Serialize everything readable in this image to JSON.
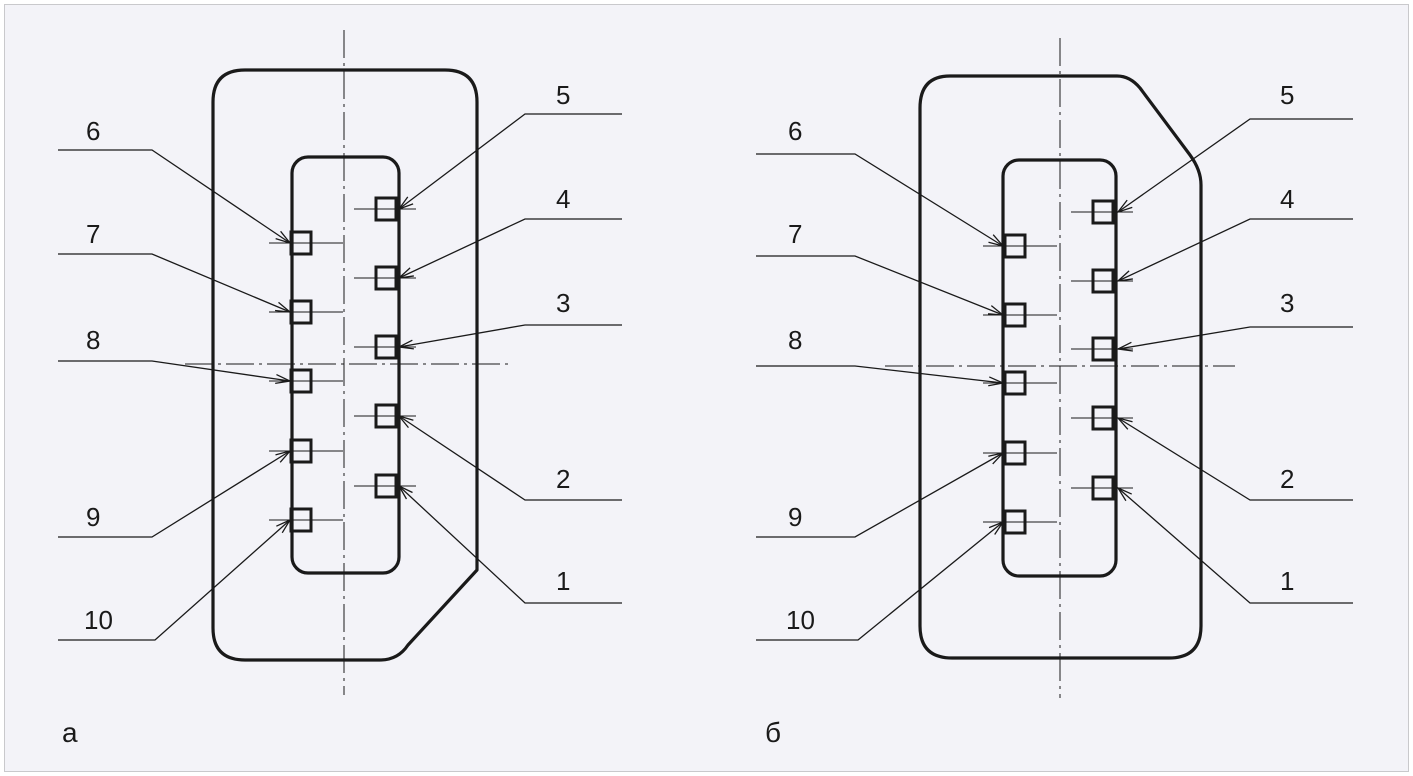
{
  "panels": [
    {
      "label": "а",
      "pins": [
        "1",
        "2",
        "3",
        "4",
        "5",
        "6",
        "7",
        "8",
        "9",
        "10"
      ]
    },
    {
      "label": "б",
      "pins": [
        "1",
        "2",
        "3",
        "4",
        "5",
        "6",
        "7",
        "8",
        "9",
        "10"
      ]
    }
  ],
  "colors": {
    "line": "#1a1a1a",
    "background": "#f3f3f8",
    "frame": "#c9c9cc"
  }
}
